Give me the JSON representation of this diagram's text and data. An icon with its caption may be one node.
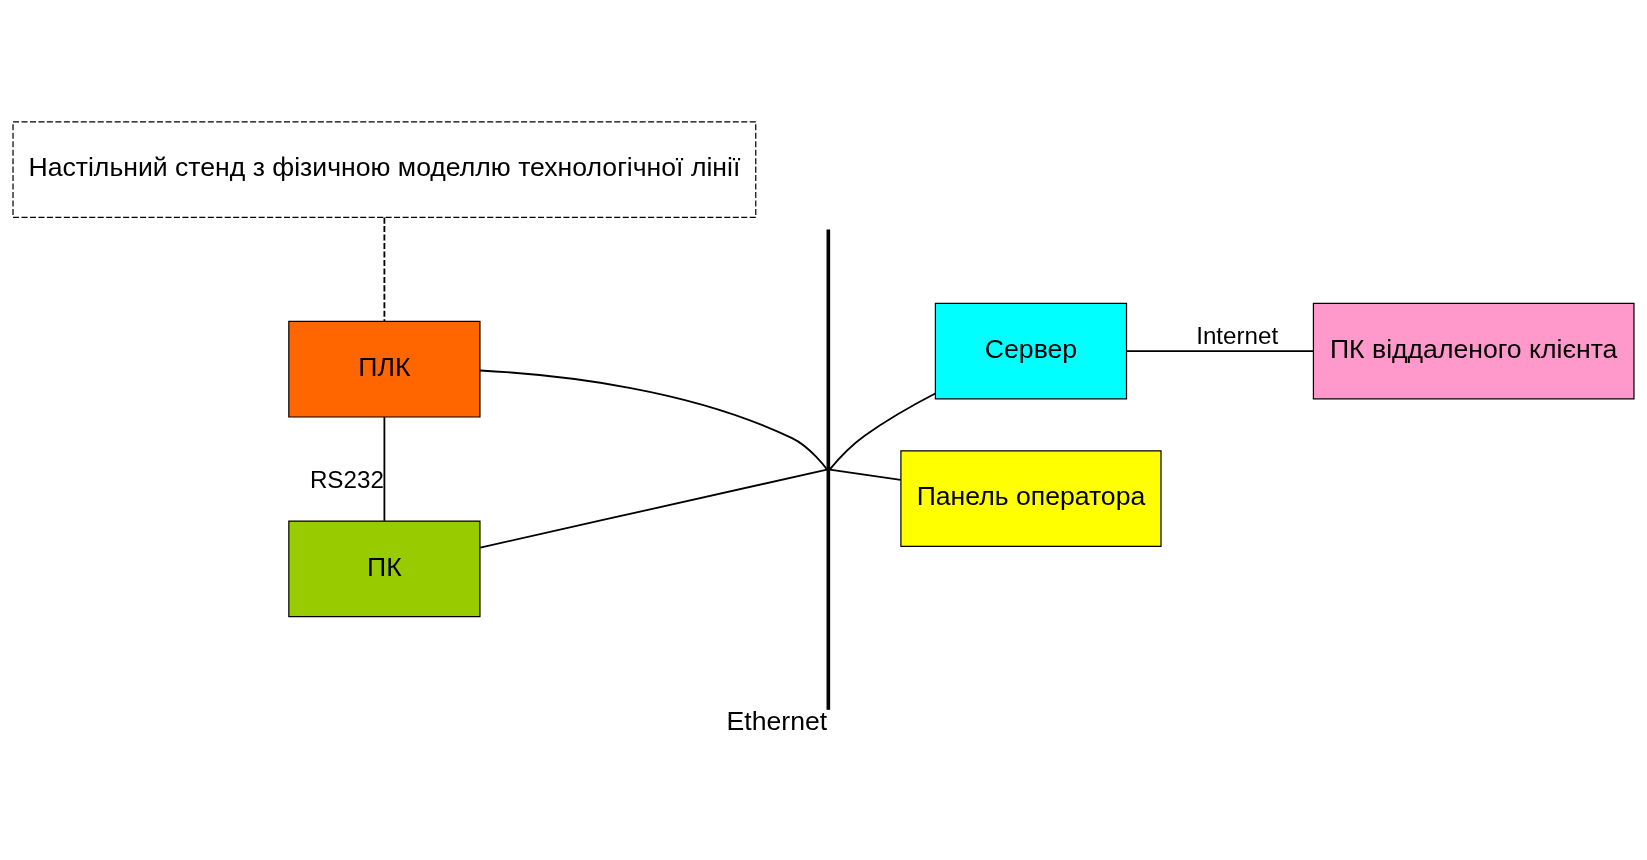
{
  "diagram": {
    "nodes": [
      {
        "text": [
          "Настільний стенд з фізичною моделлю технологічної лінії"
        ]
      },
      {
        "text": [
          "Сервер"
        ]
      },
      {
        "text": [
          "ПК віддаленого клієнта"
        ]
      },
      {
        "text": [
          "ПЛК"
        ]
      },
      {
        "text": [
          "ПК"
        ]
      },
      {
        "text": [
          "Панель оператора"
        ]
      },
      {
        "text": [],
        "shape": "bar",
        "beside": [
          "Ethernet"
        ]
      }
    ],
    "edges": [
      {
        "from": 0,
        "to": 3,
        "arrow": "none",
        "style": "dashed"
      },
      {
        "from": 1,
        "to": 2,
        "arrow": "none",
        "label": "Internet"
      },
      {
        "from": 3,
        "to": 4,
        "arrow": "none",
        "label": "RS232"
      },
      {
        "from": 3,
        "to": 6,
        "arrow": "none"
      },
      {
        "from": 4,
        "to": 6,
        "arrow": "none"
      },
      {
        "from": 6,
        "to": 1,
        "arrow": "none"
      },
      {
        "from": 6,
        "to": 5,
        "arrow": "none"
      }
    ]
  }
}
